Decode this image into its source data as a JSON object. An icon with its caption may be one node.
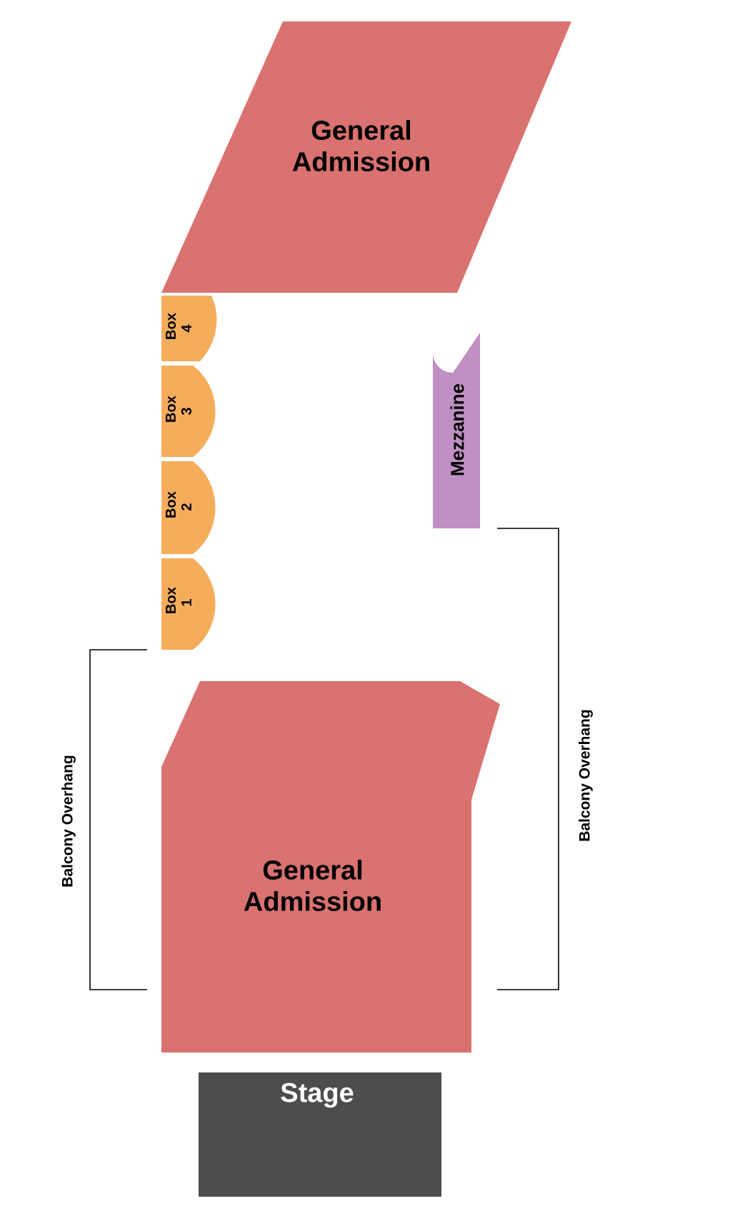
{
  "diagram": {
    "nodes": [
      {
        "text": [
          "General Admission"
        ]
      },
      {
        "text": [
          "Box 4"
        ]
      },
      {
        "text": [
          "Box 3"
        ]
      },
      {
        "text": [
          "Box 2"
        ]
      },
      {
        "text": [
          "Box 1"
        ]
      },
      {
        "text": [
          "Mezzanine"
        ]
      },
      {
        "text": [
          "General Admission"
        ]
      },
      {
        "text": [
          "Stage"
        ]
      }
    ],
    "labels": [
      "Balcony Overhang",
      "Balcony Overhang"
    ]
  }
}
